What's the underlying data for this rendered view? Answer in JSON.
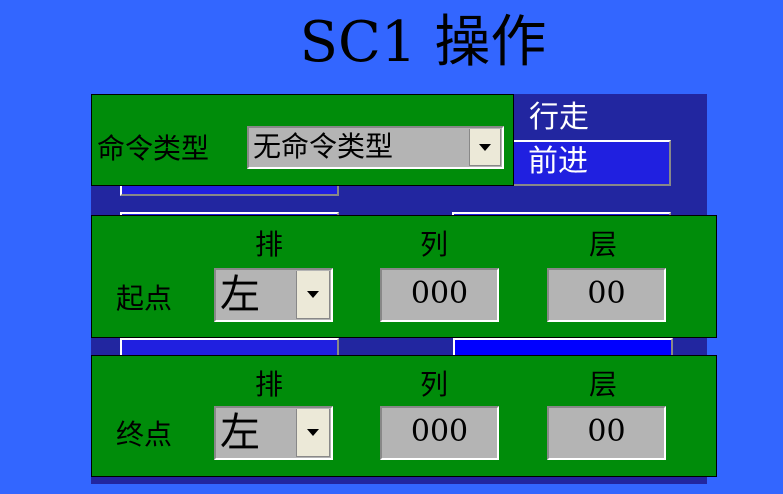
{
  "title": "SC1 操作",
  "command": {
    "label": "命令类型",
    "value": "无命令类型"
  },
  "motion": {
    "type": "行走",
    "direction": "前进"
  },
  "columns": {
    "row": "排",
    "col": "列",
    "layer": "层"
  },
  "start": {
    "label": "起点",
    "row": "左",
    "col": "000",
    "layer": "00"
  },
  "end": {
    "label": "终点",
    "row": "左",
    "col": "000",
    "layer": "00"
  },
  "colors": {
    "background": "#3366ff",
    "panel": "#008c0a",
    "dark_panel": "#2226a0"
  }
}
